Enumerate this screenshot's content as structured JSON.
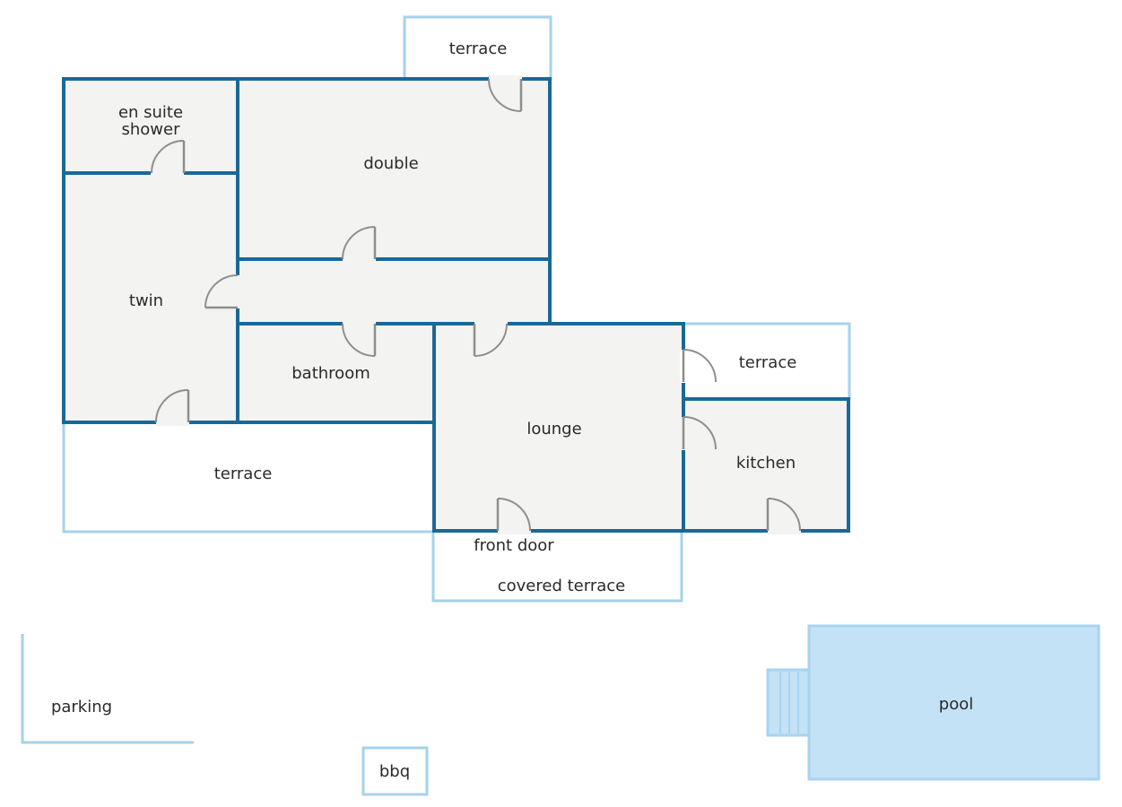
{
  "rooms": {
    "terrace_top": "terrace",
    "en_suite_line1": "en suite",
    "en_suite_line2": "shower",
    "double": "double",
    "twin": "twin",
    "bathroom": "bathroom",
    "lounge": "lounge",
    "terrace_right": "terrace",
    "kitchen": "kitchen",
    "terrace_bottom": "terrace",
    "front_door": "front door",
    "covered_terrace": "covered terrace"
  },
  "outdoor": {
    "parking": "parking",
    "bbq": "bbq",
    "pool": "pool"
  },
  "colors": {
    "wall": "#1a6896",
    "outline": "#a6d2ea",
    "room_fill": "#f3f3f2",
    "pool_fill": "#c3e2f6",
    "pool_border": "#a9d3ef",
    "door": "#8e8e8e"
  }
}
